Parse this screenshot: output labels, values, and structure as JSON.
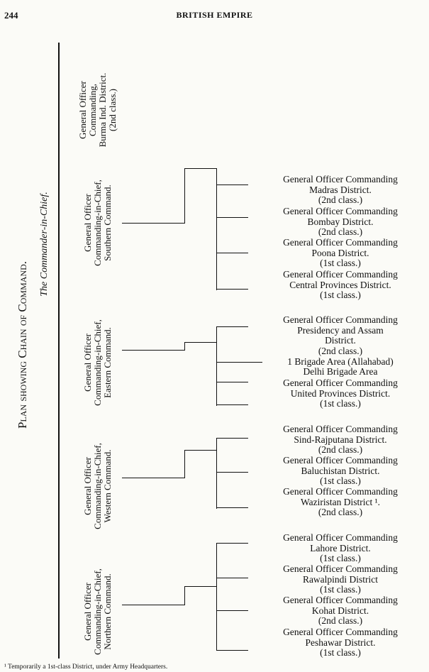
{
  "header": {
    "page_number": "244",
    "running_head": "BRITISH EMPIRE"
  },
  "title": "Plan showing Chain of Command.",
  "subtitle": "The Commander-in-Chief.",
  "commands": [
    {
      "lines": [
        "General Officer",
        "Commanding,",
        "Burma Ind. District.",
        "(2nd class.)"
      ]
    },
    {
      "lines": [
        "General Officer",
        "Commanding-in-Chief,",
        "Southern Command."
      ]
    },
    {
      "lines": [
        "General Officer",
        "Commanding-in-Chief,",
        "Eastern Command."
      ]
    },
    {
      "lines": [
        "General Officer",
        "Commanding-in-Chief,",
        "Western Command."
      ]
    },
    {
      "lines": [
        "General Officer",
        "Commanding-in-Chief,",
        "Northern Command."
      ]
    }
  ],
  "districts": {
    "southern": [
      {
        "lines": [
          "General Officer Commanding",
          "Madras District.",
          "(2nd class.)"
        ]
      },
      {
        "lines": [
          "General Officer Commanding",
          "Bombay District.",
          "(2nd class.)"
        ]
      },
      {
        "lines": [
          "General Officer Commanding",
          "Poona District.",
          "(1st class.)"
        ]
      },
      {
        "lines": [
          "General Officer Commanding",
          "Central Provinces District.",
          "(1st class.)"
        ]
      }
    ],
    "eastern": [
      {
        "lines": [
          "General Officer Commanding",
          "Presidency and Assam",
          "District.",
          "(2nd class.)"
        ]
      },
      {
        "lines": [
          "1 Brigade Area (Allahabad)"
        ]
      },
      {
        "lines": [
          "Delhi Brigade Area"
        ]
      },
      {
        "lines": [
          "General Officer Commanding",
          "United Provinces District.",
          "(1st class.)"
        ]
      }
    ],
    "western": [
      {
        "lines": [
          "General Officer Commanding",
          "Sind-Rajputana District.",
          "(2nd class.)"
        ]
      },
      {
        "lines": [
          "General Officer Commanding",
          "Baluchistan District.",
          "(1st class.)"
        ]
      },
      {
        "lines": [
          "General Officer Commanding",
          "Waziristan District ¹.",
          "(2nd class.)"
        ]
      }
    ],
    "northern": [
      {
        "lines": [
          "General Officer Commanding",
          "Lahore District.",
          "(1st class.)"
        ]
      },
      {
        "lines": [
          "General Officer Commanding",
          "Rawalpindi District",
          "(1st class.)"
        ]
      },
      {
        "lines": [
          "General Officer Commanding",
          "Kohat District.",
          "(2nd class.)"
        ]
      },
      {
        "lines": [
          "General Officer Commanding",
          "Peshawar District.",
          "(1st class.)"
        ]
      }
    ]
  },
  "footnote": "¹ Temporarily a 1st-class District, under Army Headquarters."
}
